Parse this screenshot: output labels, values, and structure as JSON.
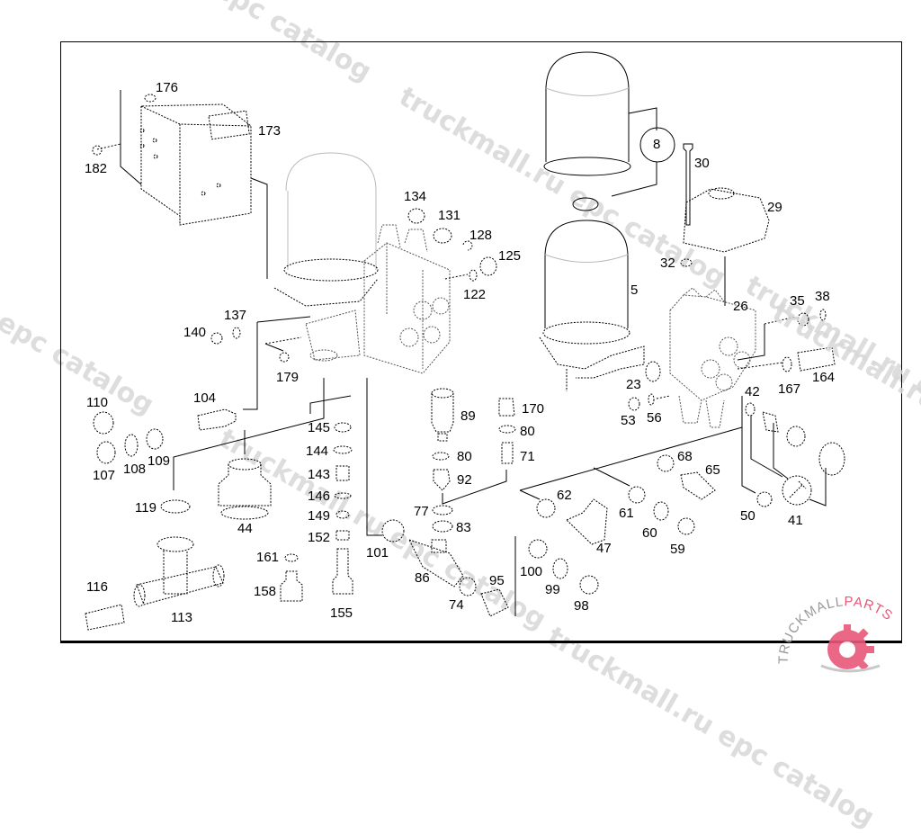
{
  "diagram": {
    "type": "exploded-parts-view",
    "subject": "air dryer / multi-circuit protection valve assembly",
    "callouts": {
      "p176": "176",
      "p173": "173",
      "p182": "182",
      "p134": "134",
      "p131": "131",
      "p128": "128",
      "p125": "125",
      "p122": "122",
      "p140": "140",
      "p137": "137",
      "p179": "179",
      "p110": "110",
      "p104": "104",
      "p107": "107",
      "p108": "108",
      "p109": "109",
      "p119": "119",
      "p44": "44",
      "p116": "116",
      "p113": "113",
      "p145": "145",
      "p144": "144",
      "p143": "143",
      "p146": "146",
      "p149": "149",
      "p152": "152",
      "p161": "161",
      "p158": "158",
      "p155": "155",
      "p89": "89",
      "p80a": "80",
      "p92": "92",
      "p77": "77",
      "p83": "83",
      "p170": "170",
      "p80b": "80",
      "p71": "71",
      "p101": "101",
      "p86": "86",
      "p74": "74",
      "p95": "95",
      "p100": "100",
      "p99": "99",
      "p98": "98",
      "p62": "62",
      "p47": "47",
      "p61": "61",
      "p60": "60",
      "p59": "59",
      "p68": "68",
      "p65": "65",
      "p8": "8",
      "p30": "30",
      "p29": "29",
      "p32": "32",
      "p5": "5",
      "p26": "26",
      "p35": "35",
      "p38": "38",
      "p23": "23",
      "p53": "53",
      "p56": "56",
      "p42": "42",
      "p167": "167",
      "p164": "164",
      "p50": "50",
      "p41": "41"
    }
  },
  "watermarks": {
    "text_1": "epc catalog",
    "text_2": "truckmall.ru epc catalog",
    "text_3": "truckmall.ru epc catalog",
    "text_4": "truckmall.ru epc catalog",
    "text_5": "truckmall.ru epc catalog",
    "text_6": "l epc catalog",
    "text_7": "truckmall.ru e"
  },
  "logo": {
    "brand_part1": "TRUCKMALL",
    "brand_part2": "PARTS",
    "accent_color": "#e8587a",
    "gray_color": "#9a9a9a"
  }
}
